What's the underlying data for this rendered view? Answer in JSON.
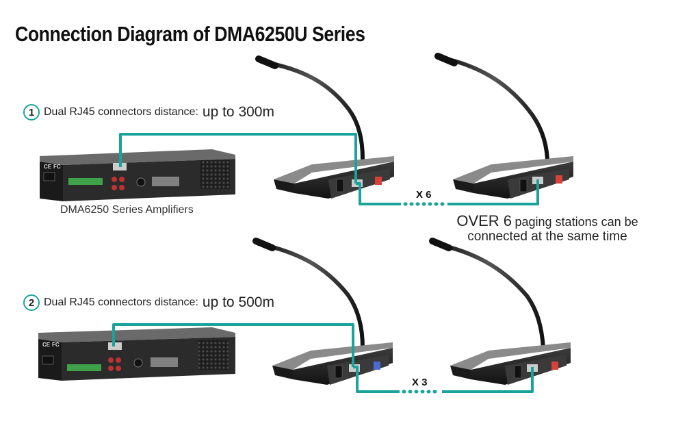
{
  "title": "Connection Diagram of DMA6250U Series",
  "row1": {
    "number": "1",
    "label": "Dual RJ45 connectors distance:",
    "distance": "up to 300m",
    "multiplier": "X 6"
  },
  "row2": {
    "number": "2",
    "label": "Dual RJ45 connectors distance:",
    "distance": "up to 500m",
    "multiplier": "X 3"
  },
  "amplifier_label": "DMA6250 Series Amplifiers",
  "note": {
    "line1_big": "OVER 6",
    "line1_rest": "paging stations can be",
    "line2": "connected at the same time"
  },
  "colors": {
    "cable": "#1aa39a",
    "device_body": "#2a2a2a",
    "device_face": "#4a4a4a",
    "accent_red": "#d8413a"
  }
}
